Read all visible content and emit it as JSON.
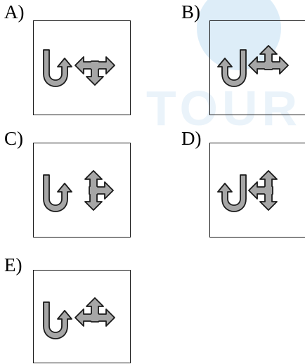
{
  "options": [
    {
      "label": "A)",
      "hook": "right",
      "cross": "down-left-right"
    },
    {
      "label": "B)",
      "hook": "left",
      "cross": "up-left-right"
    },
    {
      "label": "C)",
      "hook": "right",
      "cross": "up-down-right"
    },
    {
      "label": "D)",
      "hook": "left",
      "cross": "up-down-left"
    },
    {
      "label": "E)",
      "hook": "right",
      "cross": "up-left-right"
    }
  ],
  "colors": {
    "arrow_fill": "#a6a6a6",
    "arrow_stroke": "#1a1a1a",
    "watermark": "#d6e9f5"
  },
  "icons": {
    "hook": "u-turn-arrow-icon",
    "cross": "three-way-arrow-icon"
  }
}
